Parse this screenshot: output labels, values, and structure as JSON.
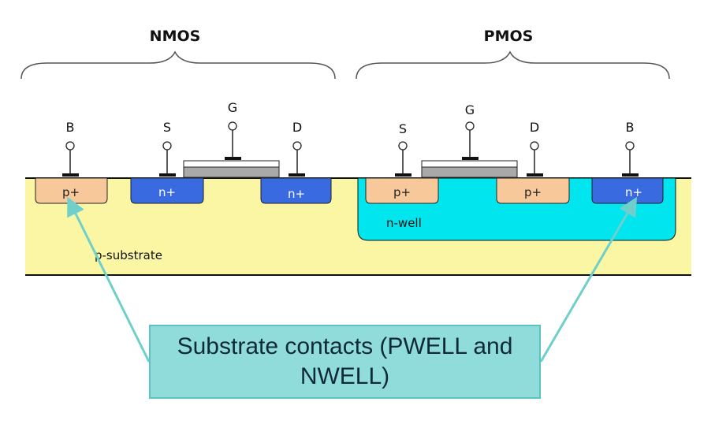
{
  "sections": {
    "nmos": "NMOS",
    "pmos": "PMOS"
  },
  "terminals": {
    "nmos": {
      "bulk": "B",
      "source": "S",
      "gate": "G",
      "drain": "D"
    },
    "pmos": {
      "source": "S",
      "gate": "G",
      "drain": "D",
      "bulk": "B"
    }
  },
  "regions": {
    "nmos_body_contact": "p+",
    "nmos_source": "n+",
    "nmos_drain": "n+",
    "pmos_source": "p+",
    "pmos_drain": "p+",
    "pmos_body_contact": "n+",
    "well": "n-well",
    "substrate": "p-substrate"
  },
  "callout": {
    "text": "Substrate contacts (PWELL and NWELL)"
  },
  "colors": {
    "substrate": "#fbf6a4",
    "nwell": "#00e5ee",
    "n_plus": "#3a6ae0",
    "p_plus": "#f7c99a",
    "callout_fill": "#8fdcdb",
    "callout_arrow": "#6fcfcb"
  }
}
